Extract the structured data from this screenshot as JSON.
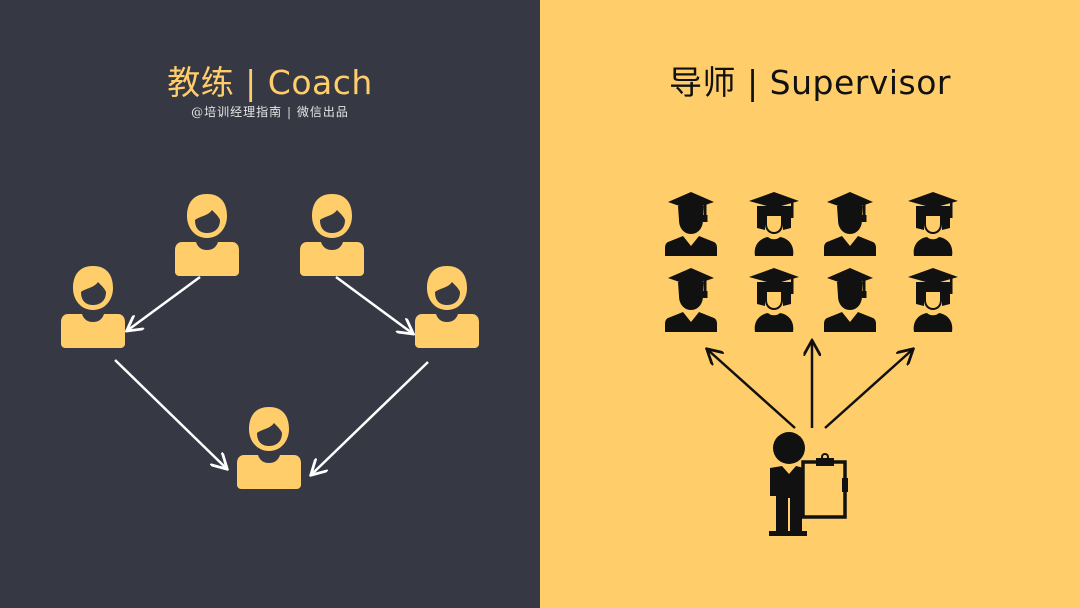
{
  "left": {
    "title": "教练 | Coach",
    "subtitle": "@培训经理指南 | 微信出品",
    "background": "#363844",
    "accent": "#FFCE6B",
    "nodes": [
      {
        "id": "top-left",
        "icon": "person-icon"
      },
      {
        "id": "top-right",
        "icon": "person-icon"
      },
      {
        "id": "mid-left",
        "icon": "person-icon"
      },
      {
        "id": "mid-right",
        "icon": "person-icon"
      },
      {
        "id": "bottom",
        "icon": "person-icon"
      }
    ],
    "edges": [
      {
        "from": "top-left",
        "to": "mid-left"
      },
      {
        "from": "top-right",
        "to": "mid-right"
      },
      {
        "from": "mid-left",
        "to": "bottom"
      },
      {
        "from": "mid-right",
        "to": "bottom"
      }
    ]
  },
  "right": {
    "title": "导师 | Supervisor",
    "background": "#FFCE6B",
    "foreground": "#111111",
    "students": [
      {
        "icon": "graduate-male-icon"
      },
      {
        "icon": "graduate-female-icon"
      },
      {
        "icon": "graduate-male-icon"
      },
      {
        "icon": "graduate-female-icon"
      },
      {
        "icon": "graduate-male-icon"
      },
      {
        "icon": "graduate-female-icon"
      },
      {
        "icon": "graduate-male-icon"
      },
      {
        "icon": "graduate-female-icon"
      }
    ],
    "supervisor": {
      "icon": "supervisor-clipboard-icon"
    },
    "edges": [
      "up-left",
      "up",
      "up-right"
    ]
  }
}
